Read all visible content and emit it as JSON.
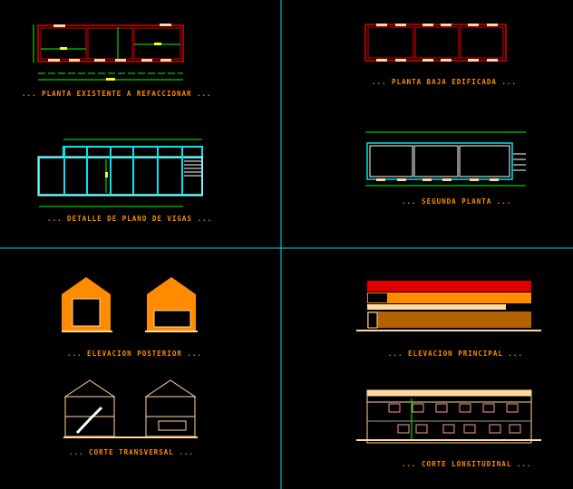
{
  "colors": {
    "background": "#000000",
    "divider": "#00e5ee",
    "label": "#ff8c00",
    "wall": "#e00000",
    "dimension": "#00ff00",
    "beam": "#00e5ee",
    "facade": "#ffd9a0"
  },
  "labels": {
    "planta_existente": "...  PLANTA EXISTENTE A REFACCIONAR  ...",
    "planta_baja": "...  PLANTA BAJA EDIFICADA  ...",
    "detalle_vigas": "...  DETALLE DE PLANO DE VIGAS  ...",
    "segunda_planta": "...  SEGUNDA PLANTA  ...",
    "elevacion_posterior": "...  ELEVACION POSTERIOR  ...",
    "elevacion_principal": "...  ELEVACION PRINCIPAL  ...",
    "corte_transversal": "...  CORTE TRANSVERSAL  ...",
    "corte_longitudinal": "...  CORTE LONGITUDINAL  ..."
  }
}
